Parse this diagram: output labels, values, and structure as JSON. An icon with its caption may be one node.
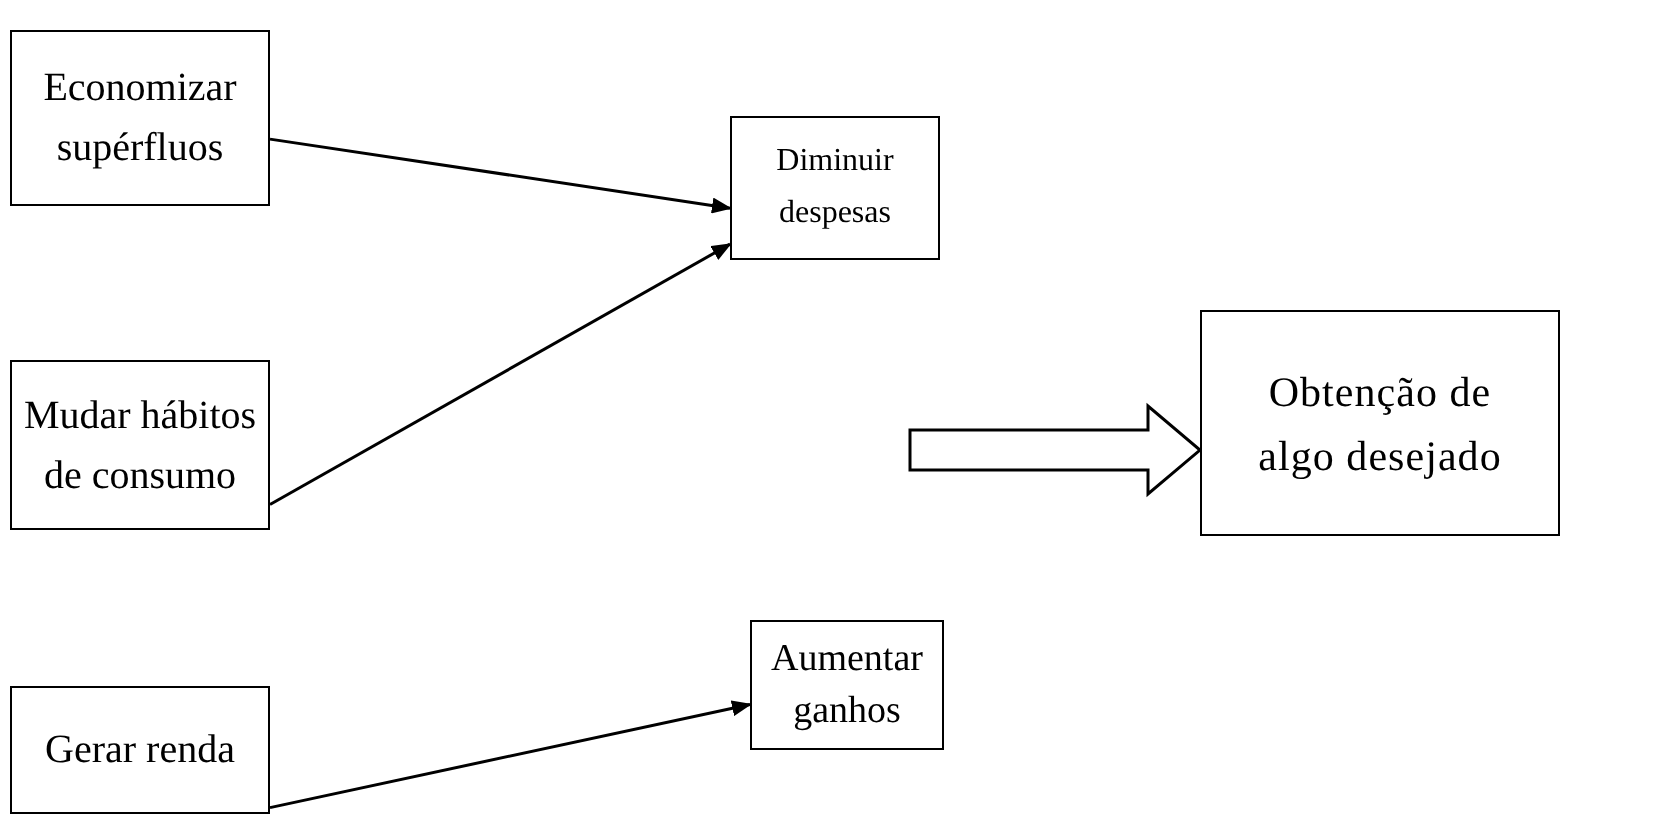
{
  "diagram": {
    "nodes": [
      {
        "text": [
          "Economizar supérfluos"
        ]
      },
      {
        "text": [
          "Mudar hábitos de consumo"
        ]
      },
      {
        "text": [
          "Gerar renda"
        ]
      },
      {
        "text": [
          "Diminuir despesas"
        ]
      },
      {
        "text": [
          "Aumentar ganhos"
        ]
      },
      {
        "text": [
          "Obtenção de algo desejado"
        ]
      }
    ],
    "edges": [
      {
        "from": 0,
        "to": 3,
        "arrow": "to"
      },
      {
        "from": 1,
        "to": 3,
        "arrow": "to"
      },
      {
        "from": 2,
        "to": 4,
        "arrow": "to"
      },
      {
        "from": null,
        "to": 5,
        "arrow": "to",
        "style": "thick"
      }
    ]
  }
}
